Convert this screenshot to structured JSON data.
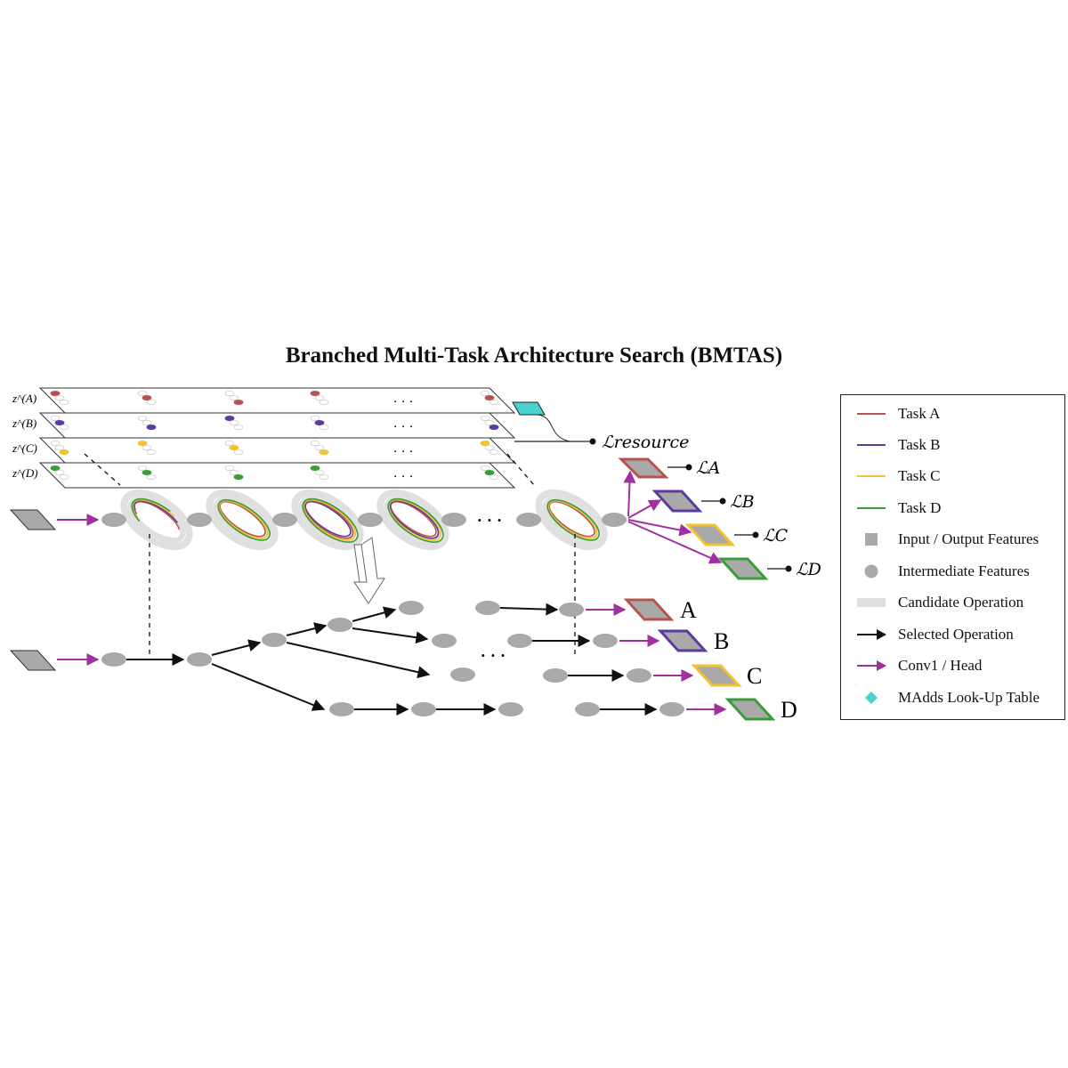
{
  "title": "Branched Multi-Task Architecture Search (BMTAS)",
  "colors": {
    "task_a": "#b85450",
    "task_b": "#5b3b9e",
    "task_c": "#f1c232",
    "task_d": "#3a9d3a",
    "conv1_head": "#a0309f",
    "selected": "#111111",
    "candidate": "#e0e0e0",
    "feature": "#a9a9a9",
    "lookup": "#4dd0d0"
  },
  "planes": {
    "labels": [
      "z^(A)",
      "z^(B)",
      "z^(C)",
      "z^(D)"
    ],
    "dots": "· · ·"
  },
  "losses": {
    "resource": "ℒresource",
    "a": "ℒA",
    "b": "ℒB",
    "c": "ℒC",
    "d": "ℒD"
  },
  "outputs": [
    "A",
    "B",
    "C",
    "D"
  ],
  "ellipsis": "· · ·",
  "legend": [
    {
      "label": "Task A",
      "icon": "line-task-a"
    },
    {
      "label": "Task B",
      "icon": "line-task-b"
    },
    {
      "label": "Task C",
      "icon": "line-task-c"
    },
    {
      "label": "Task D",
      "icon": "line-task-d"
    },
    {
      "label": "Input / Output Features",
      "icon": "gray-square"
    },
    {
      "label": "Intermediate Features",
      "icon": "gray-circle"
    },
    {
      "label": "Candidate Operation",
      "icon": "light-gray-bar"
    },
    {
      "label": "Selected Operation",
      "icon": "black-arrow"
    },
    {
      "label": "Conv1 / Head",
      "icon": "purple-arrow"
    },
    {
      "label": "MAdds Look-Up Table",
      "icon": "cyan-diamond"
    }
  ]
}
